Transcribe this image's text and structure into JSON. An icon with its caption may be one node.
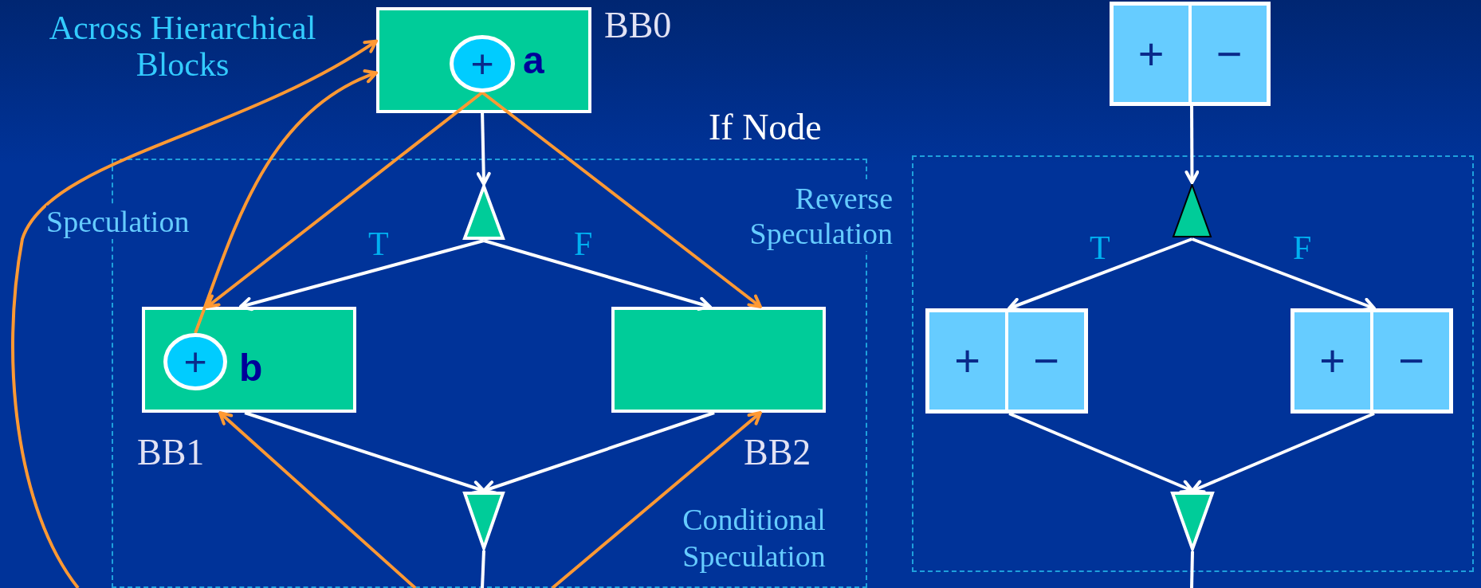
{
  "diagram": {
    "nodes": [
      {
        "text": [],
        "shape": "box",
        "beside": [
          "BB0"
        ]
      },
      {
        "text": [
          "+"
        ],
        "beside": [
          "a"
        ],
        "in": 0
      },
      {
        "text": [
          "If Node"
        ]
      },
      {
        "text": [],
        "shape": "triangle",
        "in": 2
      },
      {
        "text": [],
        "shape": "box",
        "beside": [
          "BB1"
        ],
        "in": 2
      },
      {
        "text": [
          "+"
        ],
        "beside": [
          "b"
        ],
        "in": 4
      },
      {
        "text": [],
        "shape": "box",
        "beside": [
          "BB2"
        ],
        "in": 2
      },
      {
        "text": [],
        "shape": "triangle",
        "in": 2
      },
      {
        "text": [
          "+",
          "−"
        ]
      },
      {
        "text": [],
        "shape": "box"
      },
      {
        "text": [],
        "shape": "triangle",
        "in": 9
      },
      {
        "text": [
          "+",
          "−"
        ],
        "in": 9
      },
      {
        "text": [
          "+",
          "−"
        ],
        "in": 9
      },
      {
        "text": [],
        "shape": "triangle",
        "in": 9
      }
    ],
    "edges": [
      {
        "from": 0,
        "to": 3,
        "arrow": "to"
      },
      {
        "from": 3,
        "to": 4,
        "arrow": "to",
        "label": "T"
      },
      {
        "from": 3,
        "to": 6,
        "arrow": "to",
        "label": "F"
      },
      {
        "from": 4,
        "to": 7,
        "arrow": "to"
      },
      {
        "from": 6,
        "to": 7,
        "arrow": "to"
      },
      {
        "from": 7,
        "to": null,
        "arrow": "none"
      },
      {
        "from": null,
        "to": 0,
        "arrow": "to",
        "color": "#ff9933"
      },
      {
        "from": 5,
        "to": 0,
        "arrow": "to",
        "color": "#ff9933"
      },
      {
        "from": 1,
        "to": 4,
        "arrow": "to",
        "color": "#ff9933"
      },
      {
        "from": 1,
        "to": 6,
        "arrow": "to",
        "color": "#ff9933"
      },
      {
        "from": null,
        "to": 4,
        "arrow": "to",
        "color": "#ff9933"
      },
      {
        "from": null,
        "to": 6,
        "arrow": "to",
        "color": "#ff9933"
      },
      {
        "from": 8,
        "to": 10,
        "arrow": "to"
      },
      {
        "from": 10,
        "to": 11,
        "arrow": "to",
        "label": "T"
      },
      {
        "from": 10,
        "to": 12,
        "arrow": "to",
        "label": "F"
      },
      {
        "from": 11,
        "to": 13,
        "arrow": "to"
      },
      {
        "from": 12,
        "to": 13,
        "arrow": "to"
      },
      {
        "from": 13,
        "to": null,
        "arrow": "none"
      }
    ],
    "labels": [
      "Across Hierarchical Blocks",
      "Speculation",
      "Reverse Speculation",
      "Conditional Speculation"
    ]
  }
}
